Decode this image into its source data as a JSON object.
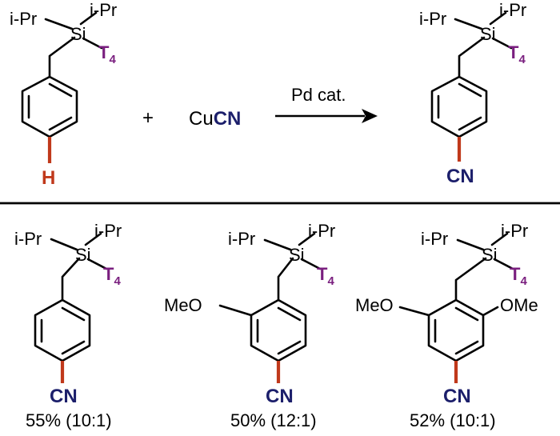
{
  "colors": {
    "accent_purple": "#7a1f7f",
    "accent_navy": "#1c1f6b",
    "accent_red": "#c0391b"
  },
  "reaction": {
    "substrate": {
      "iPr_left": "i-Pr",
      "iPr_right": "i-Pr",
      "si": "Si",
      "tether_main": "T",
      "tether_sub": "4",
      "para_group": "H"
    },
    "plus": "+",
    "reagent": {
      "cu": "Cu",
      "cn": "CN"
    },
    "arrow_label": "Pd cat.",
    "product": {
      "iPr_left": "i-Pr",
      "iPr_right": "i-Pr",
      "si": "Si",
      "tether_main": "T",
      "tether_sub": "4",
      "para_group": "CN"
    }
  },
  "examples": [
    {
      "iPr_left": "i-Pr",
      "iPr_right": "i-Pr",
      "si": "Si",
      "tether_main": "T",
      "tether_sub": "4",
      "para_group": "CN",
      "yield": "55% (10:1)"
    },
    {
      "iPr_left": "i-Pr",
      "iPr_right": "i-Pr",
      "si": "Si",
      "tether_main": "T",
      "tether_sub": "4",
      "ortho_left": "MeO",
      "para_group": "CN",
      "yield": "50% (12:1)"
    },
    {
      "iPr_left": "i-Pr",
      "iPr_right": "i-Pr",
      "si": "Si",
      "tether_main": "T",
      "tether_sub": "4",
      "ortho_left": "MeO",
      "ortho_right": "OMe",
      "para_group": "CN",
      "yield": "52% (10:1)"
    }
  ]
}
